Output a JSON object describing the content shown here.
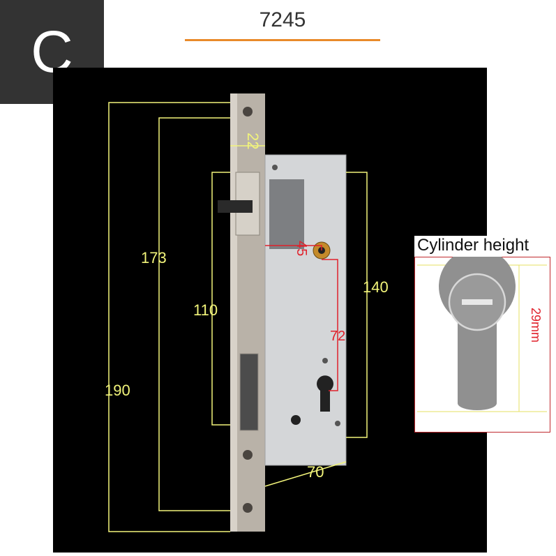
{
  "badge": {
    "letter": "C"
  },
  "model": {
    "number": "7245"
  },
  "dimensions": {
    "total_height": "190",
    "screw_spacing": "173",
    "faceplate_width": "22",
    "case_height": "140",
    "latch_span": "110",
    "backset": "45",
    "center_distance": "72",
    "depth": "70"
  },
  "cylinder_inset": {
    "title": "Cylinder height",
    "measurement": "29mm"
  },
  "colors": {
    "badge_bg": "#333333",
    "accent_line": "#e98a2a",
    "dimension_lines": "#f2f47a",
    "red_dimensions": "#e0202a",
    "inset_border": "#c0282d"
  }
}
